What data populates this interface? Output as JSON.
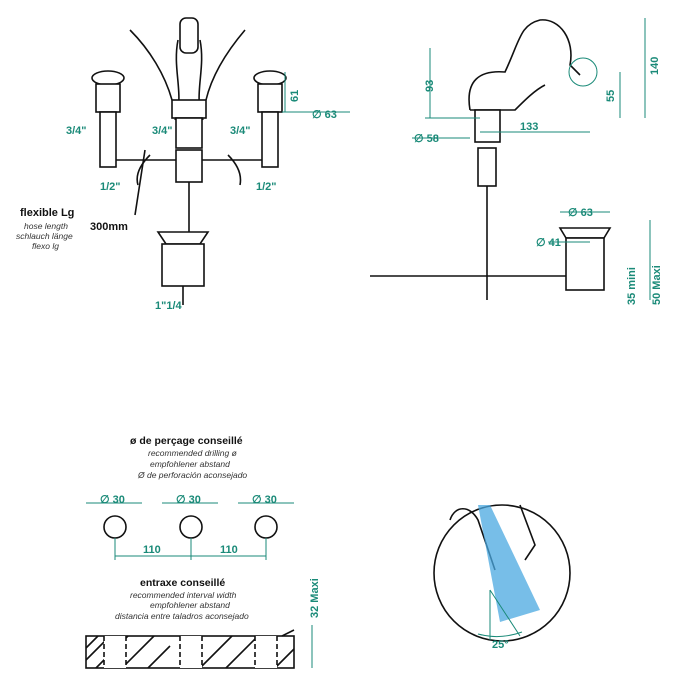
{
  "colors": {
    "dimension": "#1a8a78",
    "line": "#111111",
    "spray": "#4aa8e0"
  },
  "front_view": {
    "inlet_left": "3/4\"",
    "inlet_center": "3/4\"",
    "inlet_right": "3/4\"",
    "outlet_left": "1/2\"",
    "outlet_right": "1/2\"",
    "height_handle": "61",
    "diameter_handle": "∅ 63",
    "hose_title": "flexible Lg",
    "hose_en": "hose length",
    "hose_de": "schlauch länge",
    "hose_es": "flexo lg",
    "hose_length": "300mm",
    "waste_size": "1\"1/4"
  },
  "side_view": {
    "height_base": "93",
    "height_total": "140",
    "height_spout": "55",
    "reach": "133",
    "diameter_base": "∅ 58",
    "waste_diameter_top": "∅ 63",
    "waste_diameter_inner": "∅ 41",
    "waste_min": "35 mini",
    "waste_max": "50 Maxi"
  },
  "drilling": {
    "title": "ø de perçage conseillé",
    "en": "recommended drilling ø",
    "de": "empfohlener abstand",
    "es": "Ø de perforación aconsejado",
    "hole_diameters": [
      "∅ 30",
      "∅ 30",
      "∅ 30"
    ],
    "spacings": [
      "110",
      "110"
    ]
  },
  "interval": {
    "title": "entraxe conseillé",
    "en": "recommended interval width",
    "de": "empfohlener abstand",
    "es": "distancia entre taladros aconsejado",
    "thickness": "32 Maxi"
  },
  "spray": {
    "angle": "25°"
  }
}
